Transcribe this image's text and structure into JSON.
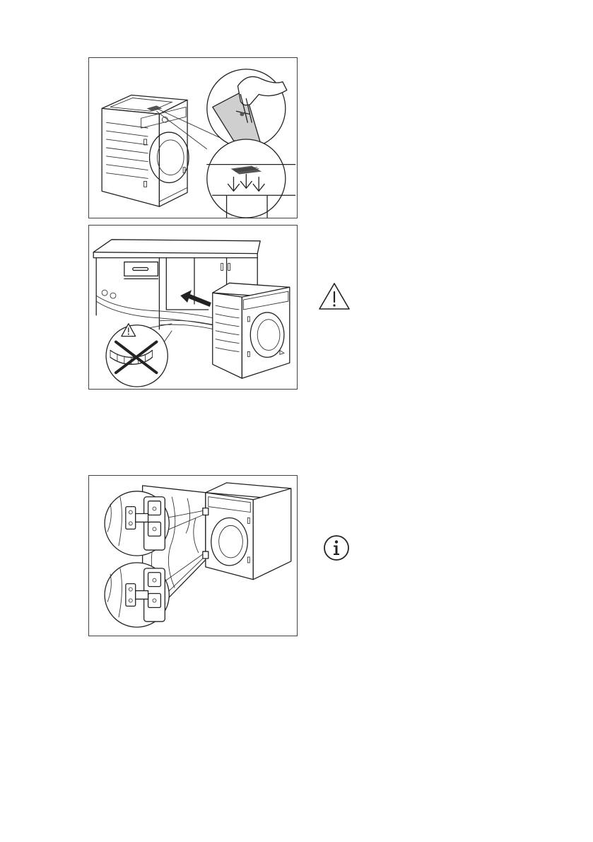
{
  "document": {
    "figures": [
      {
        "id": "filter-installation",
        "icons": [
          "washing-machine",
          "magnifier-callout",
          "filter-pad",
          "down-arrows",
          "hand"
        ]
      },
      {
        "id": "built-in-placement",
        "icons": [
          "washing-machine",
          "kitchen-cabinet",
          "push-arrow",
          "hose",
          "warning-triangle",
          "cross-mark"
        ]
      },
      {
        "id": "door-hinge-mounting",
        "icons": [
          "washing-machine",
          "cabinet-door",
          "hinge"
        ]
      }
    ],
    "side_icons": {
      "warning": "warning-triangle-icon",
      "info": "info-circle-icon"
    }
  },
  "colors": {
    "line": "#222222",
    "background": "#ffffff",
    "shade": "#cfcfcf"
  }
}
